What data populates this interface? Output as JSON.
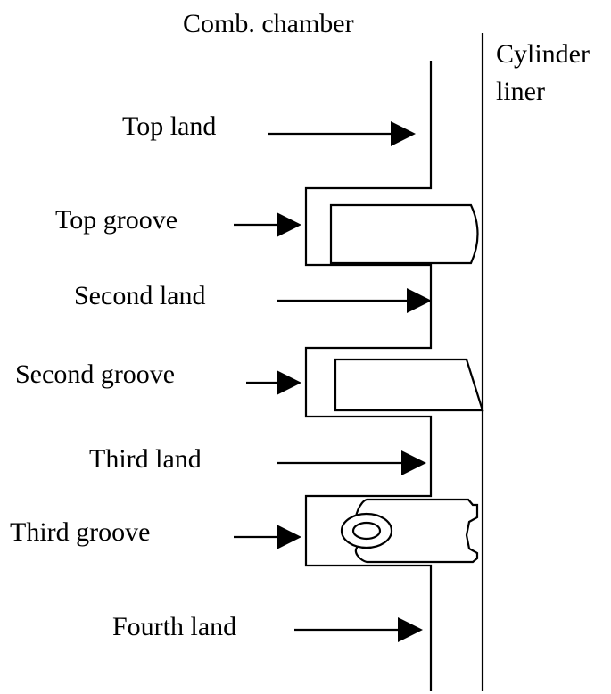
{
  "title": "Comb. chamber",
  "liner_label": [
    "Cylinder",
    "liner"
  ],
  "labels": {
    "top_land": "Top land",
    "top_groove": "Top groove",
    "second_land": "Second land",
    "second_groove": "Second groove",
    "third_land": "Third land",
    "third_groove": "Third groove",
    "fourth_land": "Fourth land"
  },
  "colors": {
    "line": "#000000",
    "background": "#ffffff"
  }
}
